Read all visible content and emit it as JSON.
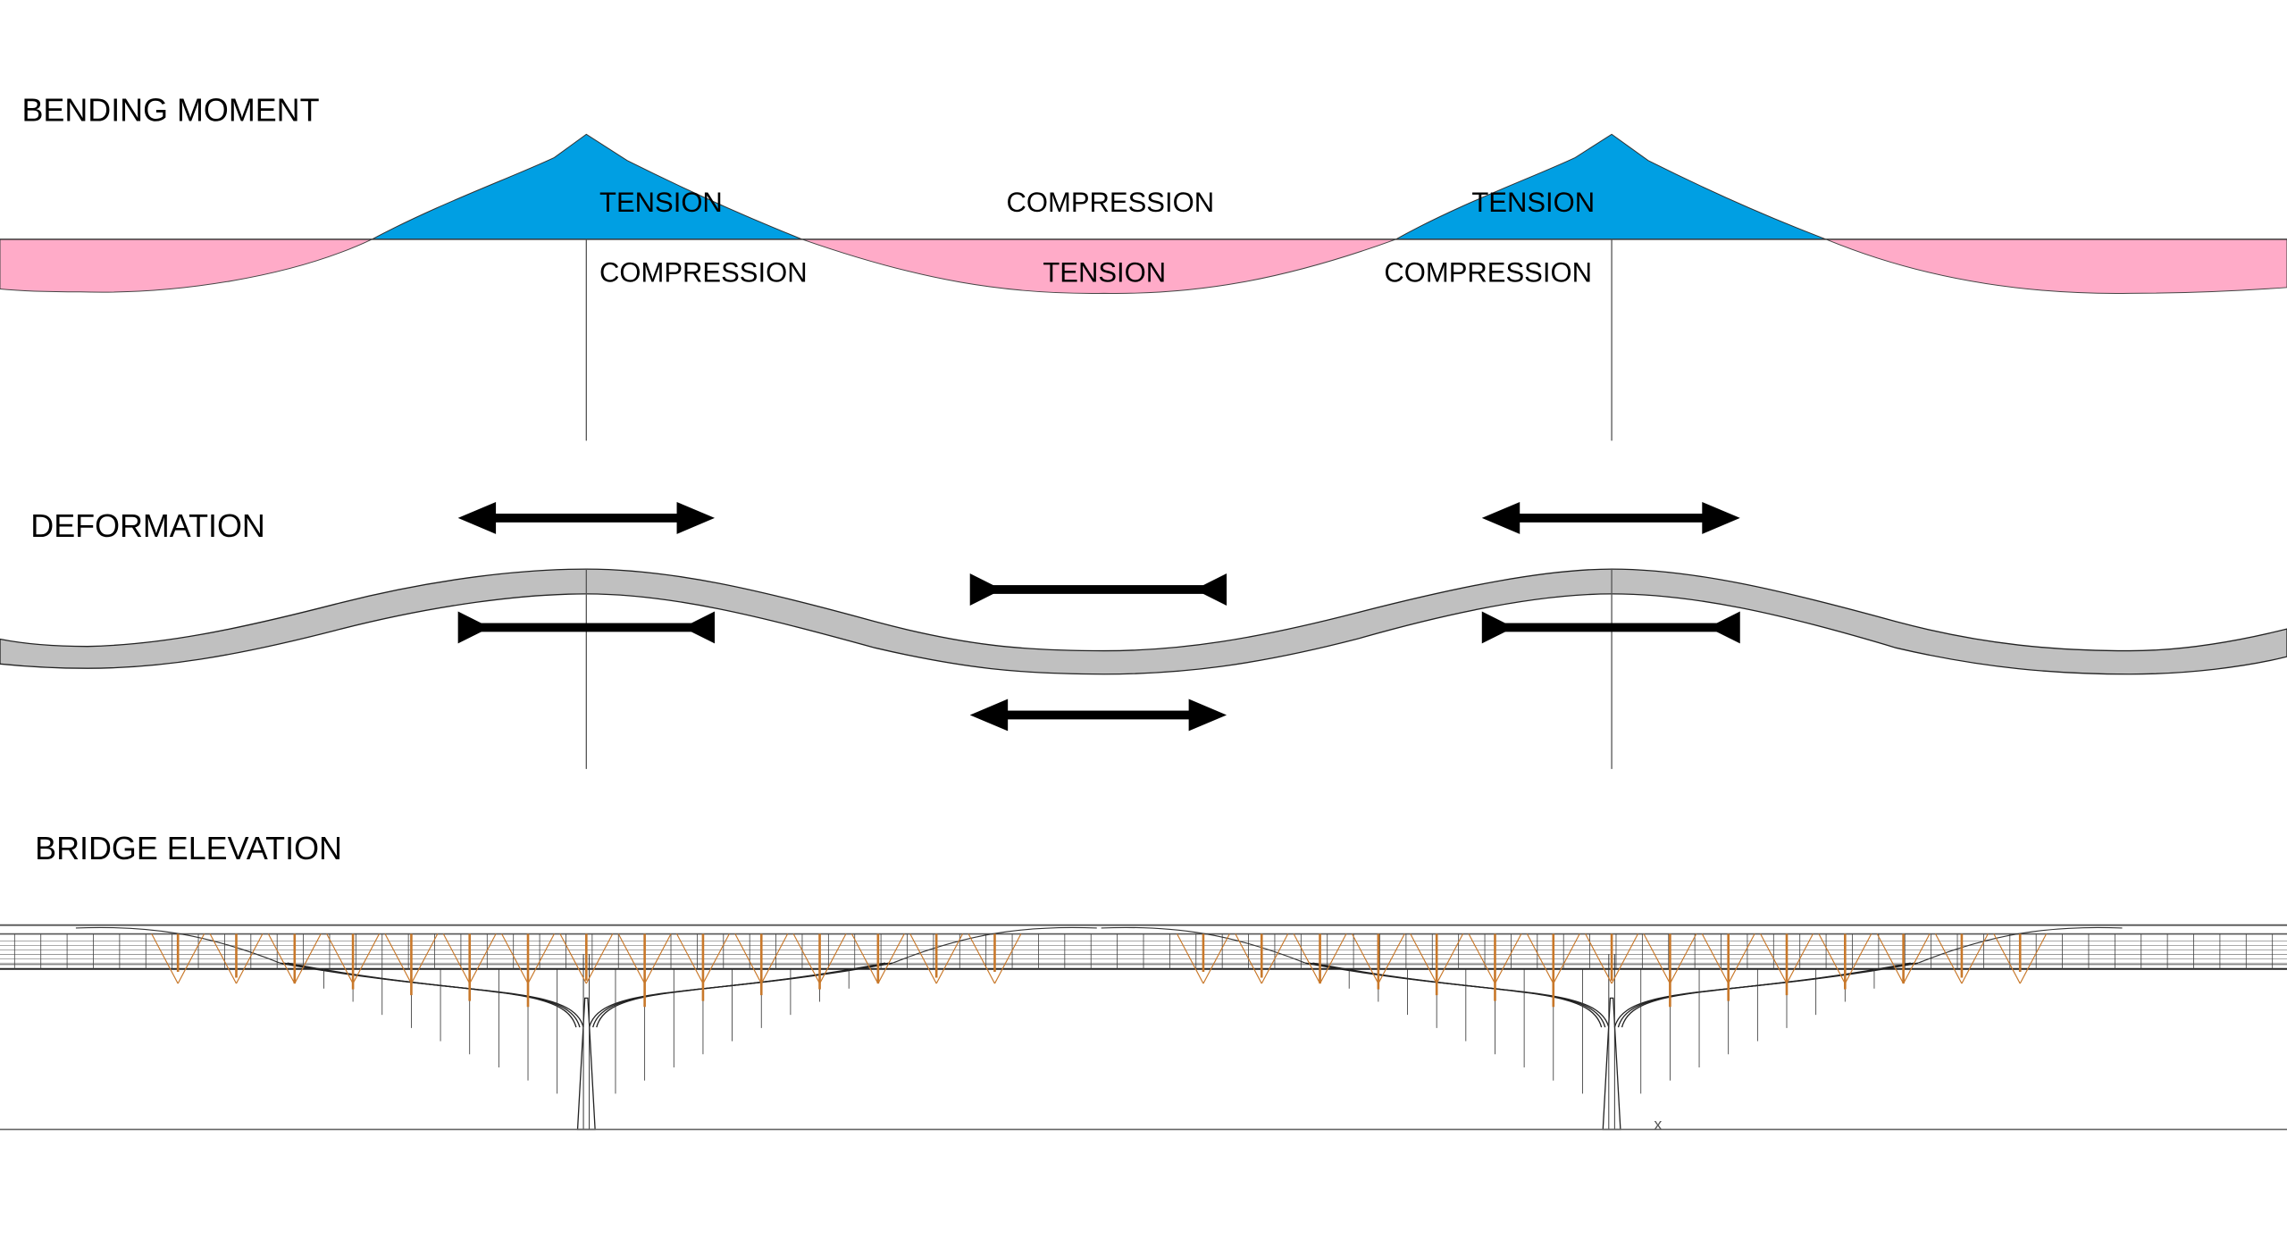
{
  "sections": {
    "bending_moment": {
      "title": "BENDING MOMENT",
      "labels": {
        "pier1_above": "TENSION",
        "pier1_below": "COMPRESSION",
        "midspan_above": "COMPRESSION",
        "midspan_below": "TENSION",
        "pier2_above": "TENSION",
        "pier2_below": "COMPRESSION"
      }
    },
    "deformation": {
      "title": "DEFORMATION",
      "arrows": [
        {
          "location": "pier-1-top",
          "type": "double-arrow-outward"
        },
        {
          "location": "pier-1-bottom",
          "type": "double-bar-inward"
        },
        {
          "location": "midspan-top",
          "type": "double-bar-inward"
        },
        {
          "location": "midspan-bottom",
          "type": "double-arrow-outward"
        },
        {
          "location": "pier-2-top",
          "type": "double-arrow-outward"
        },
        {
          "location": "pier-2-bottom",
          "type": "double-bar-inward"
        }
      ]
    },
    "bridge_elevation": {
      "title": "BRIDGE ELEVATION",
      "marker": "x"
    }
  },
  "colors": {
    "hogging_tension": "#009fe3",
    "sagging_tension": "#ffabc8",
    "beam_fill": "#c0c0c0",
    "cable_orange": "#c8782a",
    "line": "#000000"
  }
}
